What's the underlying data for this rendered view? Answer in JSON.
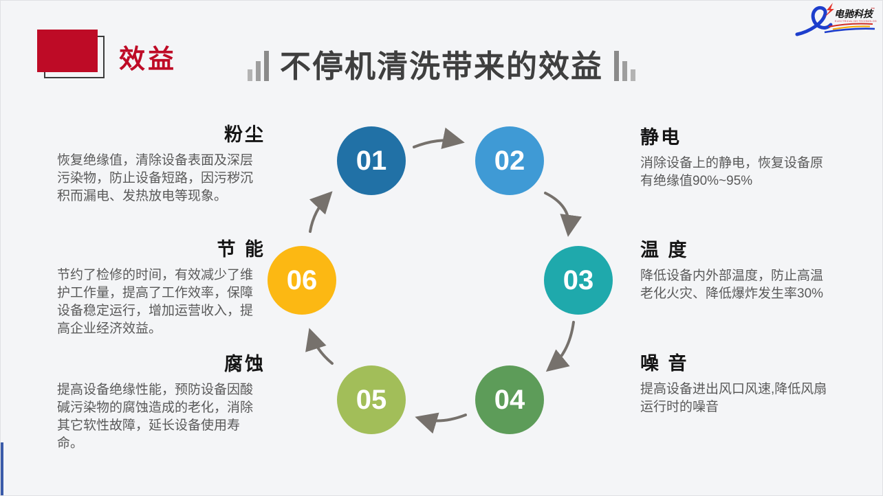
{
  "slide": {
    "section_label": "效益",
    "title": "不停机清洗带来的效益"
  },
  "logo": {
    "company": "电驰科技",
    "tagline": "ELECTRICAL DH TECHNOLOGY",
    "trademark": "™"
  },
  "colors": {
    "accent_red": "#BE0B26",
    "title_gray": "#3F3F3F",
    "body_gray": "#595959",
    "arrow_gray": "#76716C",
    "left_edge_accent": "#3A5BA9",
    "logo_blue": "#1D3ECC"
  },
  "cycle": {
    "steps": [
      {
        "number": "01",
        "color": "#2171A6"
      },
      {
        "number": "02",
        "color": "#3F9AD5"
      },
      {
        "number": "03",
        "color": "#1FA9AC"
      },
      {
        "number": "04",
        "color": "#5D9C59"
      },
      {
        "number": "05",
        "color": "#A2BE59"
      },
      {
        "number": "06",
        "color": "#FCB813"
      }
    ]
  },
  "benefits": [
    {
      "title": "粉尘",
      "body": "恢复绝缘值，清除设备表面及深层污染物，防止设备短路，因污秽沉积而漏电、发热放电等现象。"
    },
    {
      "title": "节 能",
      "body": "节约了检修的时间，有效减少了维护工作量，提高了工作效率，保障设备稳定运行，增加运营收入，提高企业经济效益。"
    },
    {
      "title": "腐蚀",
      "body": "提高设备绝缘性能，预防设备因酸碱污染物的腐蚀造成的老化，消除其它软性故障，延长设备使用寿命。"
    },
    {
      "title": "静电",
      "body": "消除设备上的静电，恢复设备原有绝缘值90%~95%"
    },
    {
      "title": "温 度",
      "body": "降低设备内外部温度，防止高温老化火灾、降低爆炸发生率30%"
    },
    {
      "title": "噪 音",
      "body": "提高设备进出风口风速,降低风扇运行时的噪音"
    }
  ]
}
